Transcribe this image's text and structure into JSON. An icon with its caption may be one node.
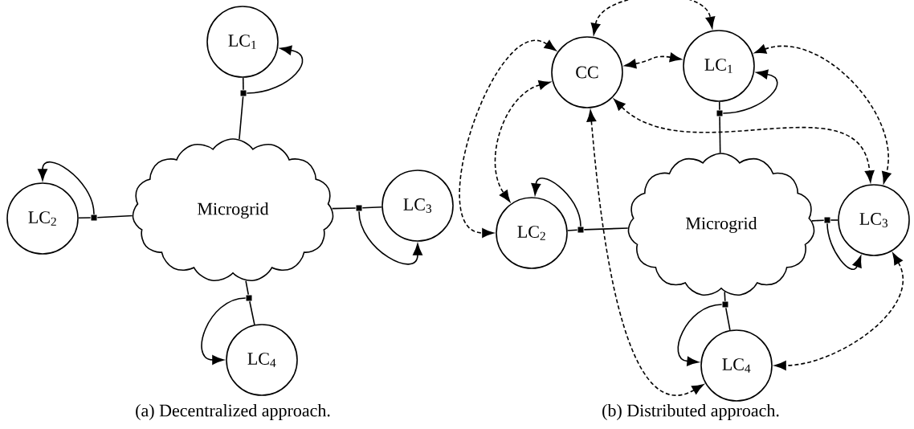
{
  "diagram": {
    "nodes": [
      {
        "text": [
          "Microgrid"
        ]
      },
      {
        "text": [
          "LC$_{1}$"
        ]
      },
      {
        "text": [
          "LC$_{2}$"
        ]
      },
      {
        "text": [
          "LC$_{3}$"
        ]
      },
      {
        "text": [
          "LC$_{4}$"
        ]
      },
      {
        "text": [],
        "shape": "box"
      },
      {
        "text": [],
        "shape": "box"
      },
      {
        "text": [],
        "shape": "box"
      },
      {
        "text": [],
        "shape": "box"
      },
      {
        "text": [
          "CC"
        ]
      },
      {
        "text": [
          "LC$_{1}$"
        ]
      },
      {
        "text": [
          "LC$_{2}$"
        ]
      },
      {
        "text": [
          "Microgrid"
        ]
      },
      {
        "text": [
          "LC$_{3}$"
        ]
      },
      {
        "text": [
          "LC$_{4}$"
        ]
      },
      {
        "text": [],
        "shape": "box"
      },
      {
        "text": [],
        "shape": "box"
      },
      {
        "text": [],
        "shape": "box"
      },
      {
        "text": [],
        "shape": "box"
      }
    ],
    "edges": [
      {
        "from": 1,
        "to": 5,
        "arrow": "none"
      },
      {
        "from": 5,
        "to": 0,
        "arrow": "none"
      },
      {
        "from": 5,
        "to": 1,
        "arrow": "to"
      },
      {
        "from": 2,
        "to": 6,
        "arrow": "none"
      },
      {
        "from": 6,
        "to": 0,
        "arrow": "none"
      },
      {
        "from": 6,
        "to": 2,
        "arrow": "to"
      },
      {
        "from": 3,
        "to": 7,
        "arrow": "none"
      },
      {
        "from": 7,
        "to": 0,
        "arrow": "none"
      },
      {
        "from": 7,
        "to": 3,
        "arrow": "to"
      },
      {
        "from": 4,
        "to": 8,
        "arrow": "none"
      },
      {
        "from": 8,
        "to": 0,
        "arrow": "none"
      },
      {
        "from": 8,
        "to": 4,
        "arrow": "to"
      },
      {
        "from": 10,
        "to": 15,
        "arrow": "none"
      },
      {
        "from": 15,
        "to": 12,
        "arrow": "none"
      },
      {
        "from": 15,
        "to": 10,
        "arrow": "to"
      },
      {
        "from": 11,
        "to": 16,
        "arrow": "none"
      },
      {
        "from": 16,
        "to": 12,
        "arrow": "none"
      },
      {
        "from": 16,
        "to": 11,
        "arrow": "to"
      },
      {
        "from": 13,
        "to": 17,
        "arrow": "none"
      },
      {
        "from": 17,
        "to": 12,
        "arrow": "none"
      },
      {
        "from": 17,
        "to": 13,
        "arrow": "to"
      },
      {
        "from": 14,
        "to": 18,
        "arrow": "none"
      },
      {
        "from": 18,
        "to": 12,
        "arrow": "none"
      },
      {
        "from": 18,
        "to": 14,
        "arrow": "to"
      },
      {
        "from": 9,
        "to": 10,
        "arrow": "both",
        "style": "dashed"
      },
      {
        "from": 10,
        "to": 9,
        "arrow": "both",
        "style": "dashed"
      },
      {
        "from": 9,
        "to": 11,
        "arrow": "both",
        "style": "dashed"
      },
      {
        "from": 9,
        "to": 11,
        "arrow": "both",
        "style": "dashed"
      },
      {
        "from": 9,
        "to": 14,
        "arrow": "both",
        "style": "dashed"
      },
      {
        "from": 9,
        "to": 13,
        "arrow": "both",
        "style": "dashed"
      },
      {
        "from": 10,
        "to": 13,
        "arrow": "both",
        "style": "dashed"
      },
      {
        "from": 13,
        "to": 14,
        "arrow": "both",
        "style": "dashed"
      }
    ],
    "labels": [
      "(a) Decentralized approach.",
      "(b) Distributed approach."
    ]
  }
}
